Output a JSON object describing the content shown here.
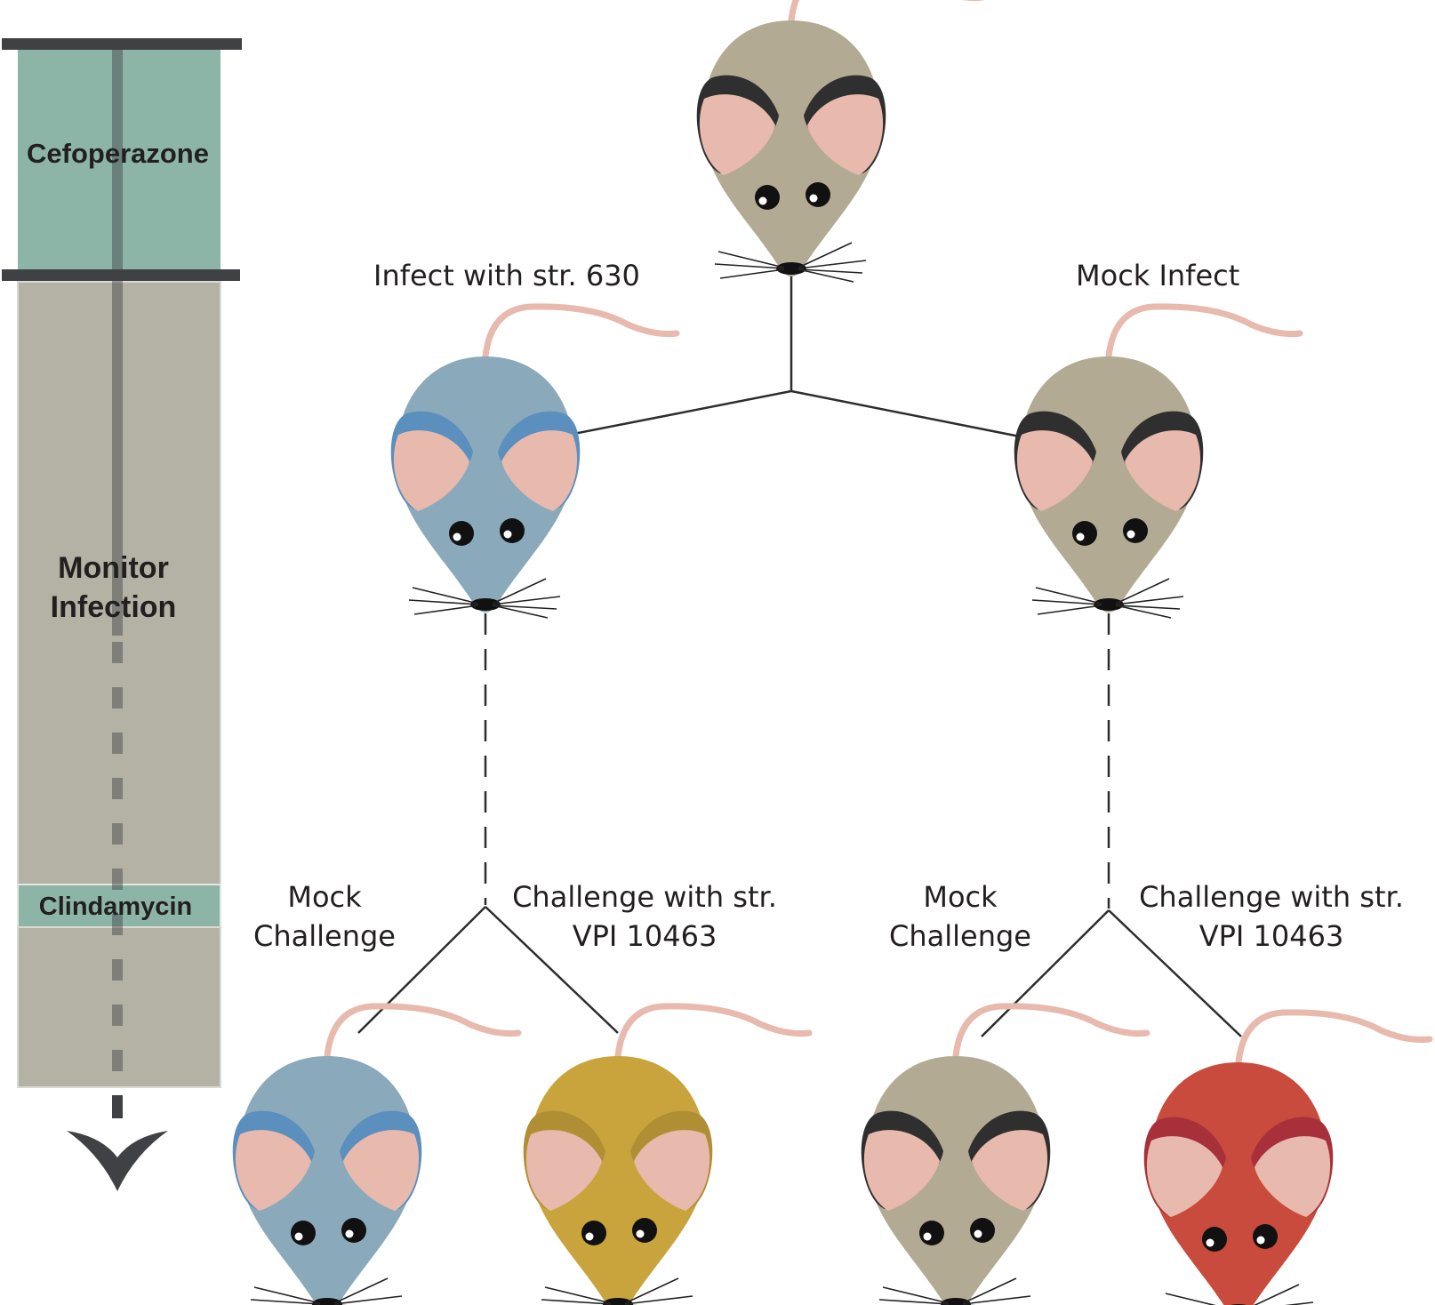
{
  "timeline": {
    "phases": [
      {
        "label": "Cefoperazone",
        "color": "#8cb5a8"
      },
      {
        "label": "Monitor\nInfection",
        "color": "#b3b2a4"
      },
      {
        "label": "Clindamycin",
        "color": "#8cb5a8"
      }
    ],
    "bar_color": "#b3b2a4",
    "marker_color": "#404145"
  },
  "branch_labels": {
    "infect": "Infect with str. 630",
    "mock_infect": "Mock Infect",
    "mock_challenge_left": "Mock\nChallenge",
    "challenge_left": "Challenge with str.\nVPI 10463",
    "mock_challenge_right": "Mock\nChallenge",
    "challenge_right": "Challenge with str.\nVPI 10463"
  },
  "mouse_colors": {
    "gray": {
      "body": "#b3aa93",
      "ear_rim": "#2f2f2f"
    },
    "blue": {
      "body": "#8aaabb",
      "ear_rim": "#5b8fbe"
    },
    "gold": {
      "body": "#c9a43c",
      "ear_rim": "#b08f34"
    },
    "red": {
      "body": "#c84b3d",
      "ear_rim": "#a8303a"
    },
    "ear_inner": "#e8b9ad",
    "tail": "#e8b9ad"
  }
}
